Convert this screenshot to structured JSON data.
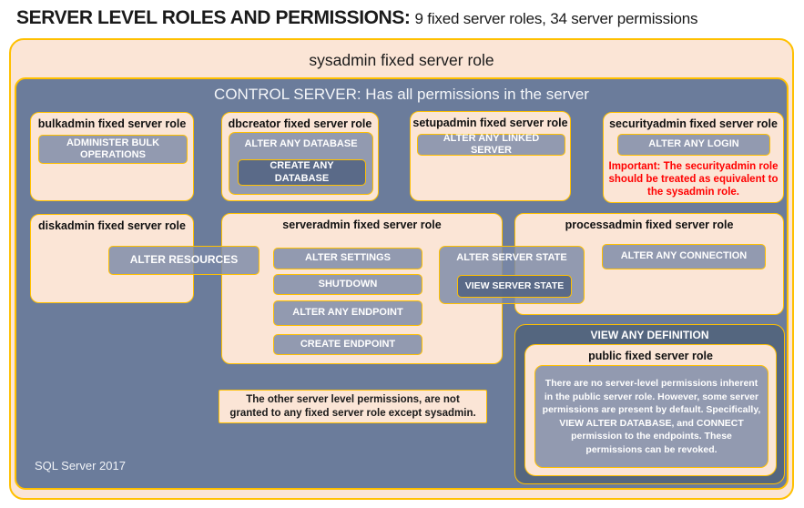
{
  "title": {
    "main": "SERVER LEVEL ROLES AND PERMISSIONS:",
    "sub": "9 fixed server roles, 34 server permissions"
  },
  "sysadmin": {
    "label": "sysadmin fixed server role"
  },
  "control_server": {
    "label": "CONTROL SERVER: Has all permissions in the server"
  },
  "roles": {
    "bulkadmin": {
      "title": "bulkadmin fixed server role",
      "permission": "ADMINISTER BULK OPERATIONS"
    },
    "dbcreator": {
      "title": "dbcreator fixed server role",
      "outer_permission": "ALTER ANY DATABASE",
      "nested_permission": "CREATE ANY DATABASE"
    },
    "setupadmin": {
      "title": "setupadmin fixed server role",
      "permission": "ALTER ANY LINKED SERVER"
    },
    "securityadmin": {
      "title": "securityadmin fixed server role",
      "permission": "ALTER ANY LOGIN",
      "warning": "Important: The securityadmin role should be treated as equivalent to the sysadmin role."
    },
    "diskadmin": {
      "title": "diskadmin fixed server role",
      "permission": "ALTER RESOURCES"
    },
    "serveradmin": {
      "title": "serveradmin fixed server role",
      "permissions": [
        "ALTER SETTINGS",
        "SHUTDOWN",
        "ALTER ANY ENDPOINT",
        "CREATE ENDPOINT"
      ],
      "outer_permission": "ALTER SERVER STATE",
      "nested_permission": "VIEW SERVER STATE"
    },
    "processadmin": {
      "title": "processadmin fixed server role",
      "permission": "ALTER ANY CONNECTION"
    },
    "public": {
      "container_permission": "VIEW ANY DEFINITION",
      "title": "public fixed server role",
      "description": "There are no server-level permissions inherent in the public server role. However, some server permissions are present by default. Specifically, VIEW ALTER DATABASE, and CONNECT permission to the endpoints. These permissions can be revoked."
    }
  },
  "note": "The other server level permissions, are not granted to any fixed server role except sysadmin.",
  "footer": "SQL Server 2017",
  "colors": {
    "peach": "#FBE5D6",
    "gold": "#FFC000",
    "slate": "#6B7C9B",
    "vad": "#54667F",
    "warn": "#FF0000",
    "ink": "#1a1a1a",
    "white": "#FFFFFF"
  }
}
